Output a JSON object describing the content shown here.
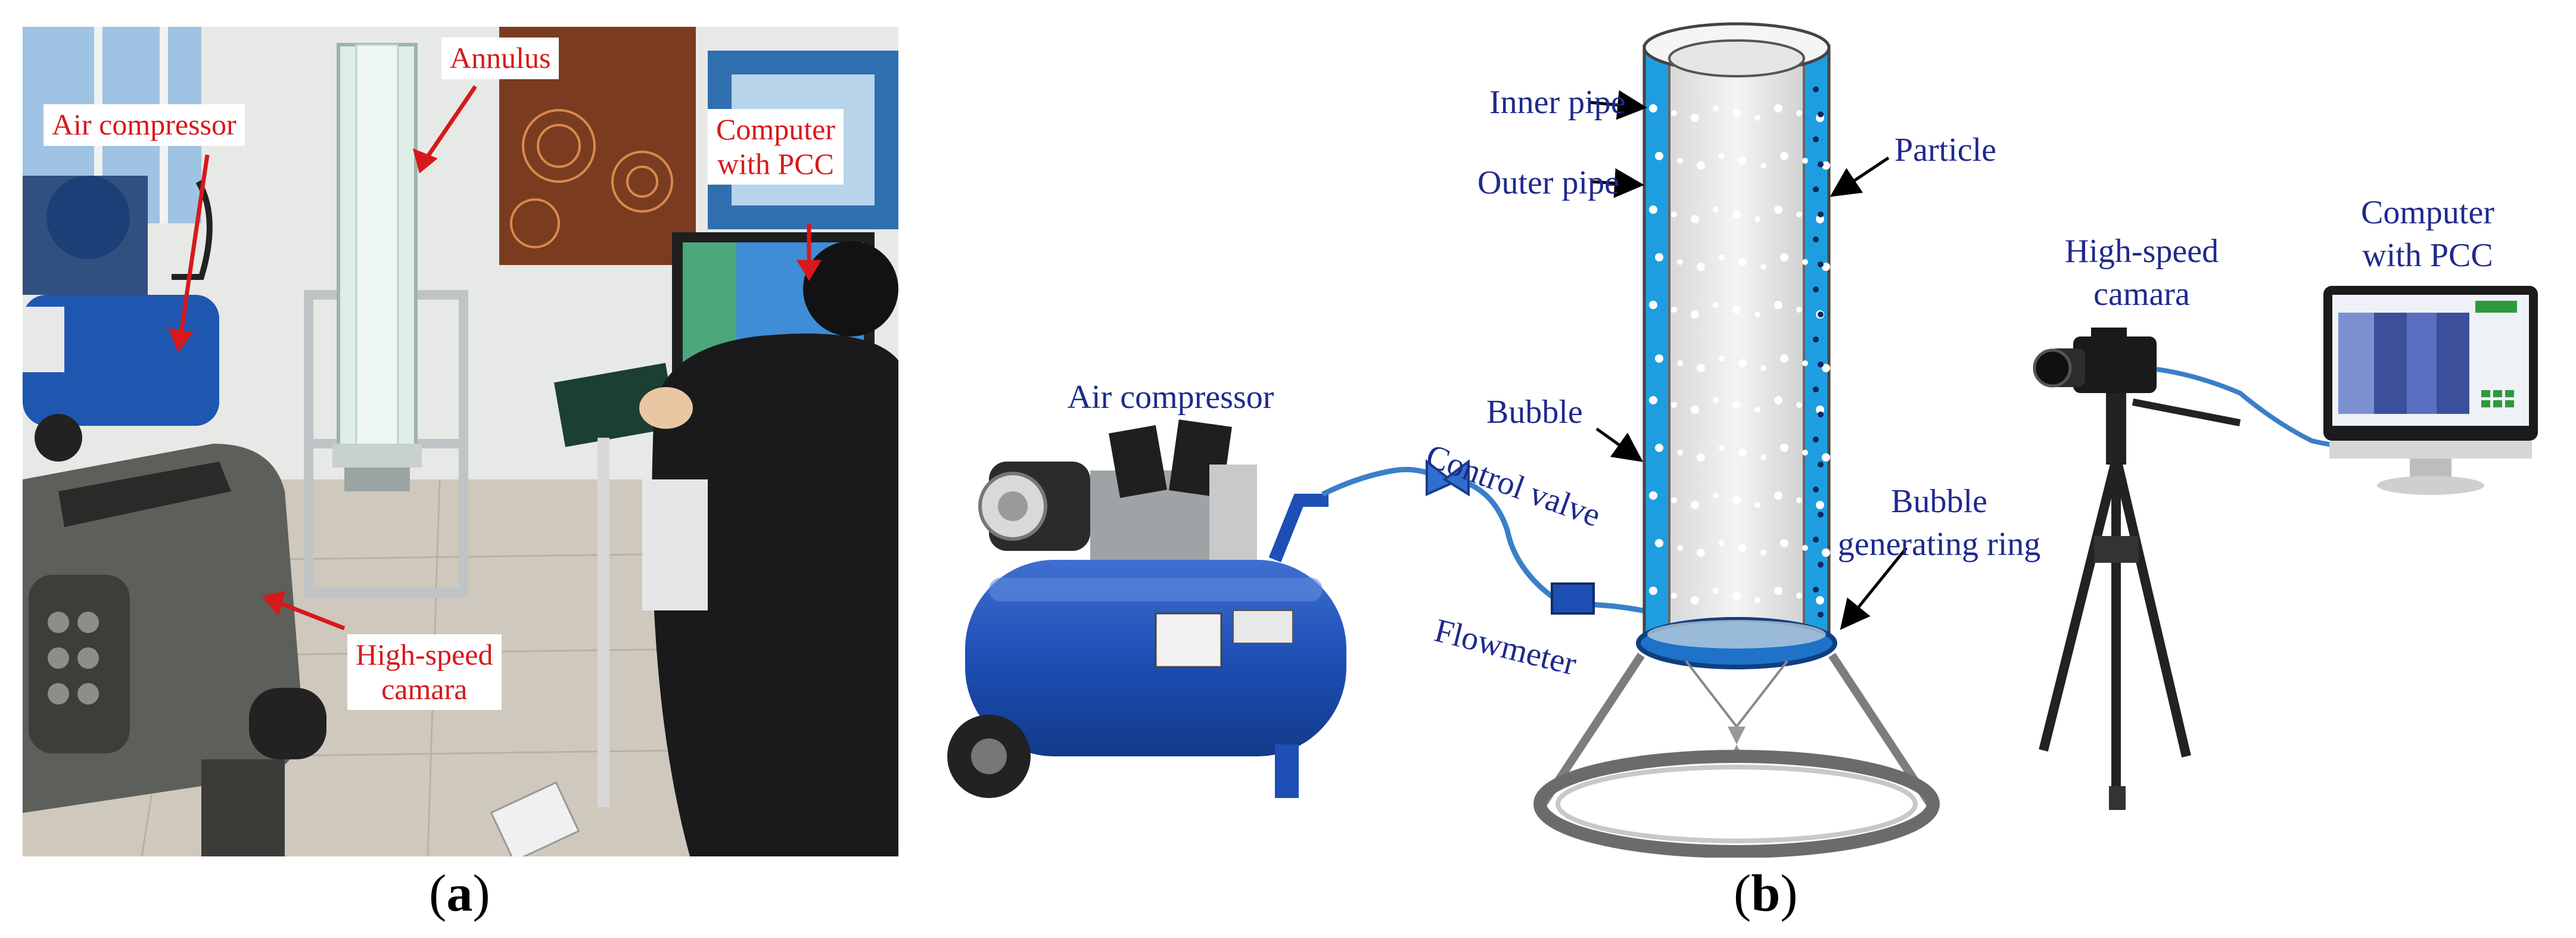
{
  "panel_a": {
    "caption_letter": "a",
    "labels": {
      "annulus": "Annulus",
      "air_compressor": "Air compressor",
      "computer_line1": "Computer",
      "computer_line2": "with PCC",
      "camera_line1": "High-speed",
      "camera_line2": "camara"
    }
  },
  "panel_b": {
    "caption_letter": "b",
    "labels": {
      "inner_pipe": "Inner pipe",
      "outer_pipe": "Outer pipe",
      "particle": "Particle",
      "bubble": "Bubble",
      "bubble_ring_line1": "Bubble",
      "bubble_ring_line2": "generating ring",
      "air_compressor": "Air compressor",
      "control_valve": "Control valve",
      "flowmeter": "Flowmeter",
      "camera_line1": "High-speed",
      "camera_line2": "camara",
      "computer_line1": "Computer",
      "computer_line2": "with PCC"
    }
  },
  "colors": {
    "callout_red": "#d7191c",
    "label_navy": "#1f2a8c",
    "water_blue": "#1e9ee0",
    "compressor_blue": "#1d4fb5",
    "hose_blue": "#3a7fc9"
  }
}
